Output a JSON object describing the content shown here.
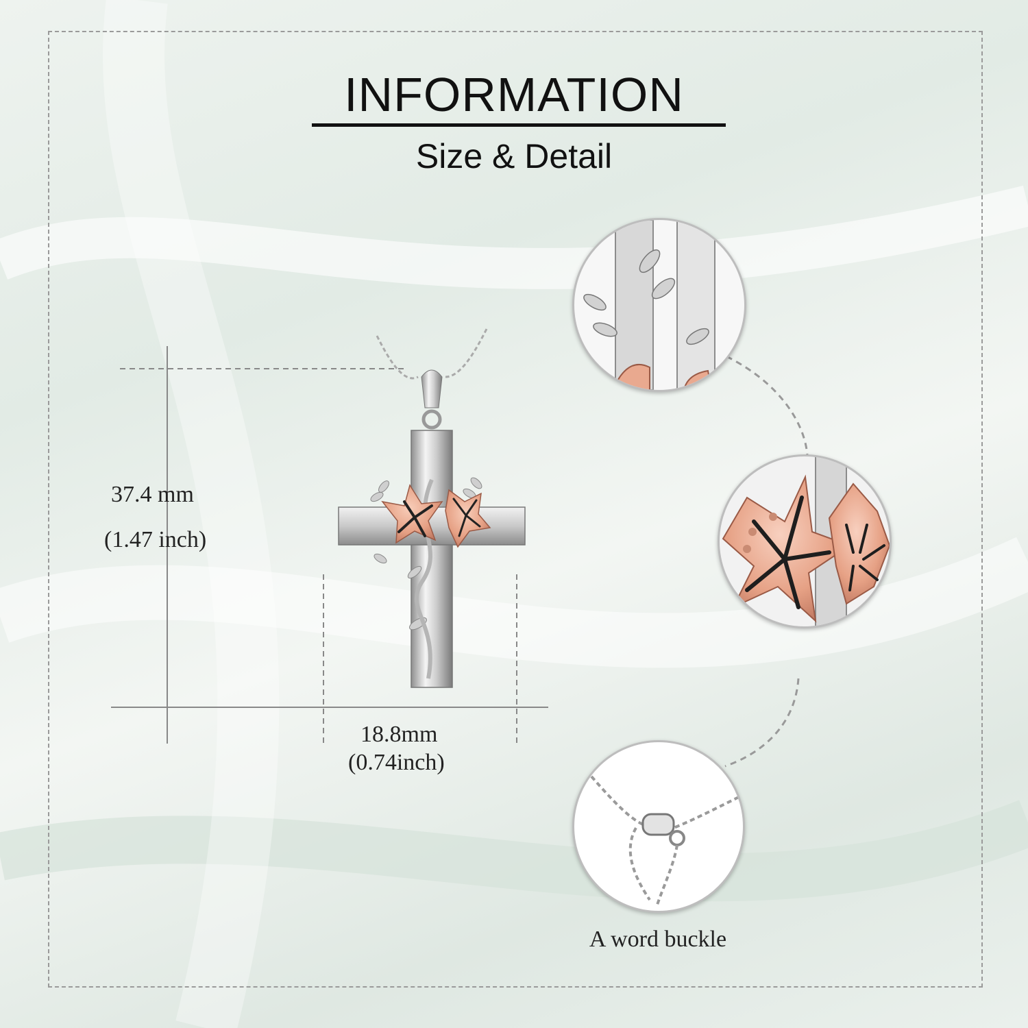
{
  "header": {
    "title": "INFORMATION",
    "subtitle": "Size & Detail"
  },
  "dimensions": {
    "height_mm": "37.4 mm",
    "height_inch": "(1.47 inch)",
    "width_mm": "18.8mm",
    "width_inch": "(0.74inch)"
  },
  "details": {
    "buckle_caption": "A word buckle"
  },
  "colors": {
    "rose_gold": "#e9a98f",
    "silver": "#d9d9d9",
    "frame_dash": "#9a9a9a"
  }
}
